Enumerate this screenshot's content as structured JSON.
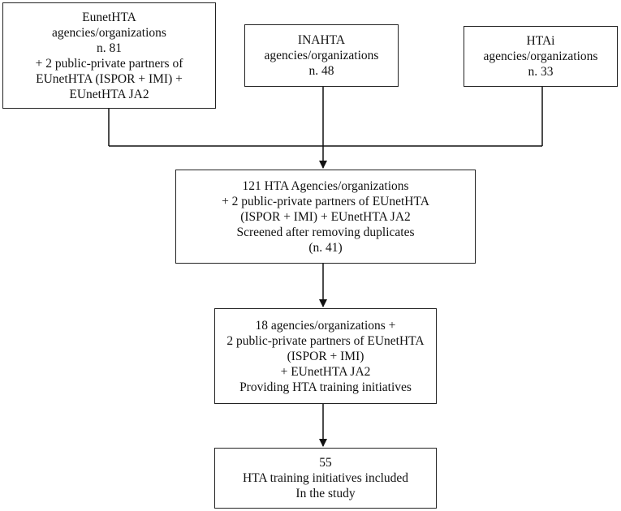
{
  "nodes": [
    {
      "id": "eunethta",
      "lines": [
        "EunetHTA",
        "agencies/organizations",
        "n. 81",
        "+ 2 public-private partners of",
        "EUnetHTA (ISPOR + IMI) +",
        "EUnetHTA JA2"
      ]
    },
    {
      "id": "inahta",
      "lines": [
        "INAHTA",
        "agencies/organizations",
        "n. 48"
      ]
    },
    {
      "id": "htai",
      "lines": [
        "HTAi",
        "agencies/organizations",
        "n. 33"
      ]
    },
    {
      "id": "screened",
      "lines": [
        "121 HTA Agencies/organizations",
        "+ 2 public-private partners of EUnetHTA",
        "(ISPOR + IMI) + EUnetHTA JA2",
        "Screened after removing duplicates",
        "(n. 41)"
      ]
    },
    {
      "id": "providing",
      "lines": [
        "18 agencies/organizations +",
        "2 public-private partners of EUnetHTA",
        "(ISPOR + IMI)",
        "+ EUnetHTA JA2",
        "Providing HTA training initiatives"
      ]
    },
    {
      "id": "included",
      "lines": [
        "55",
        "HTA training initiatives included",
        "In the study"
      ]
    }
  ],
  "edges": [
    {
      "from": "eunethta",
      "to": "screened"
    },
    {
      "from": "inahta",
      "to": "screened"
    },
    {
      "from": "htai",
      "to": "screened"
    },
    {
      "from": "screened",
      "to": "providing"
    },
    {
      "from": "providing",
      "to": "included"
    }
  ]
}
